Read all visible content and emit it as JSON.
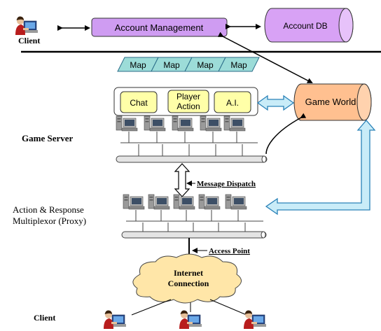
{
  "account": {
    "client_label": "Client",
    "management_label": "Account Management",
    "db_label": "Account DB"
  },
  "maps": [
    "Map",
    "Map",
    "Map",
    "Map"
  ],
  "server_modules": {
    "chat": "Chat",
    "player_action_line1": "Player",
    "player_action_line2": "Action",
    "ai": "A.I."
  },
  "game_world_label": "Game World",
  "game_servers_label": "Game Server",
  "message_dispatch_label": "Message Dispatch",
  "proxy": {
    "label_line1": "Action & Response",
    "label_line2": "Multiplexor  (Proxy)"
  },
  "access_point_label": "Access Point",
  "internet": {
    "line1": "Internet",
    "line2": "Connection"
  },
  "bottom_client_label": "Client",
  "colors": {
    "account_management": "#cf9cf2",
    "account_db": "#d8a2f5",
    "map": "#9cdcd8",
    "module": "#ffffa8",
    "game_world": "#ffc090",
    "cloud": "#ffe6a8",
    "arrow_fill": "#c9ecf8",
    "arrow_stroke": "#2a82b8"
  }
}
